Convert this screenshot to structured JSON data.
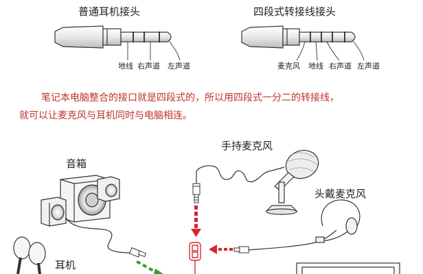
{
  "plugs": {
    "standard": {
      "title": "普通耳机接头",
      "labels": [
        "地线",
        "右声道",
        "左声道"
      ]
    },
    "four_pole": {
      "title": "四段式转接线接头",
      "labels": [
        "麦克风",
        "地线",
        "右声道",
        "左声道"
      ]
    }
  },
  "note": {
    "line1": "笔记本电脑整合的接口就是四段式的，所以用四段式一分二的转接线，",
    "line2": "就可以让麦克风与耳机同时与电脑相连。"
  },
  "devices": {
    "speaker": "音箱",
    "earphone": "耳机",
    "handheld_mic": "手持麦克风",
    "headset_mic": "头戴麦克风"
  },
  "colors": {
    "note_text": "#c0312a",
    "arrow_red": "#d9262c",
    "arrow_green": "#2aa139",
    "line": "#333333"
  }
}
